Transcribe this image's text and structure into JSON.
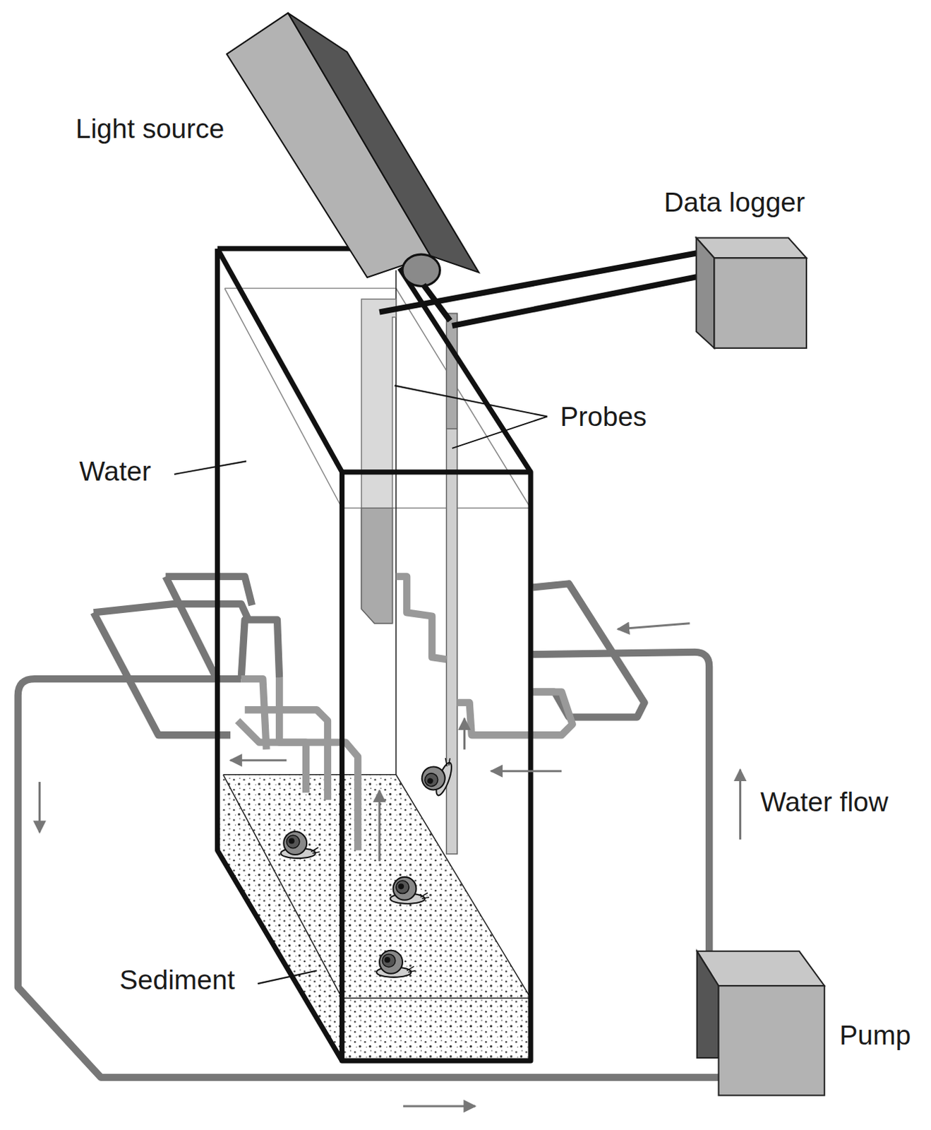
{
  "diagram": {
    "labels": [
      "Light source",
      "Data logger",
      "Probes",
      "Water",
      "Sediment",
      "Pump",
      "Water flow"
    ]
  }
}
